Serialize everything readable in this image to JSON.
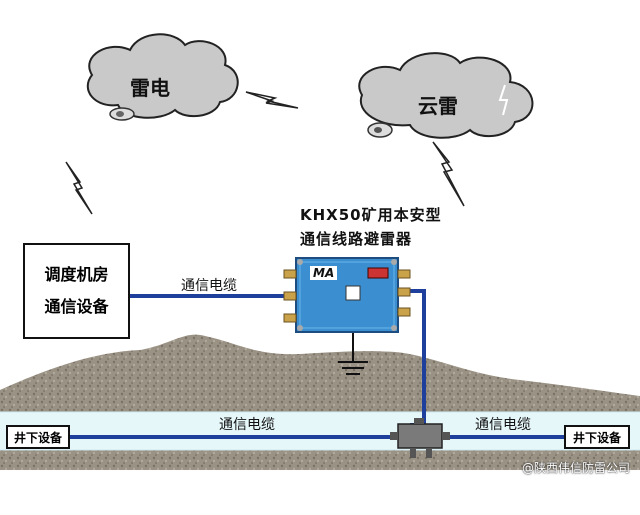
{
  "clouds": {
    "left_label": "雷电",
    "right_label": "云雷"
  },
  "device": {
    "title_line1": "KHX50矿用本安型",
    "title_line2": "通信线路避雷器",
    "badge": "MA"
  },
  "dispatch_room": {
    "line1": "调度机房",
    "line2": "通信设备"
  },
  "cables": {
    "surface_label": "通信电缆",
    "underground_left_label": "通信电缆",
    "underground_right_label": "通信电缆"
  },
  "underground": {
    "left_equipment": "井下设备",
    "right_equipment": "井下设备"
  },
  "watermark": "@陕西伟信防雷公司",
  "colors": {
    "cable": "#1f3f9c",
    "device_body": "#3b8fd0",
    "tunnel": "#e6f7fa",
    "cloud": "#c9c9c9",
    "ground": "#8f8779"
  }
}
